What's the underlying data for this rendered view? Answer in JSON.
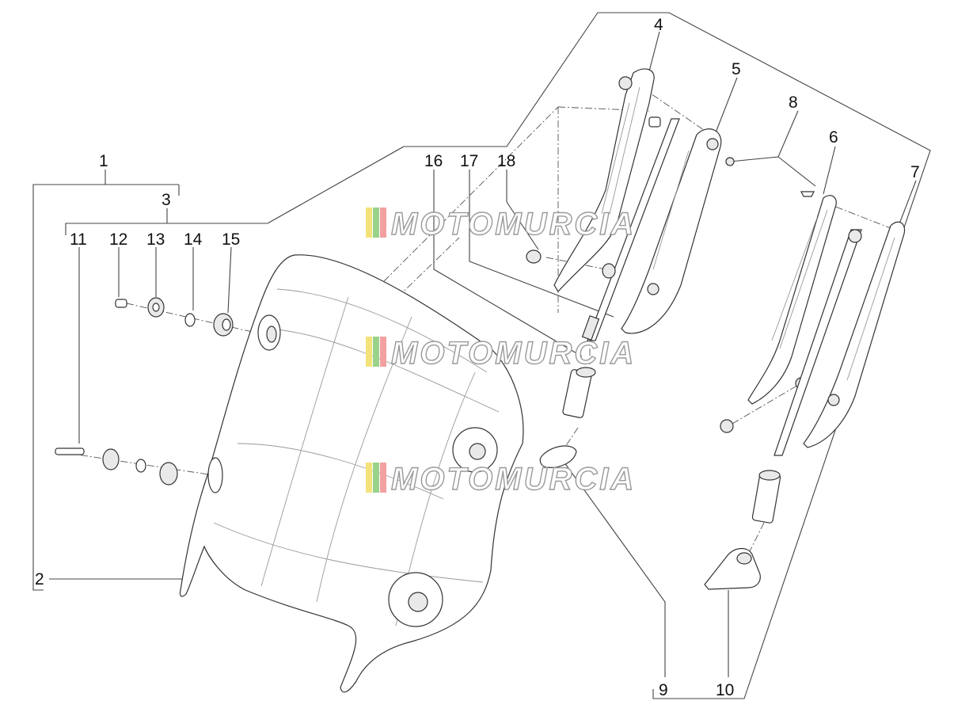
{
  "callouts": [
    {
      "id": "1",
      "text": "1"
    },
    {
      "id": "2",
      "text": "2"
    },
    {
      "id": "3",
      "text": "3"
    },
    {
      "id": "4",
      "text": "4"
    },
    {
      "id": "5",
      "text": "5"
    },
    {
      "id": "6",
      "text": "6"
    },
    {
      "id": "7",
      "text": "7"
    },
    {
      "id": "8",
      "text": "8"
    },
    {
      "id": "9",
      "text": "9"
    },
    {
      "id": "10",
      "text": "10"
    },
    {
      "id": "11",
      "text": "11"
    },
    {
      "id": "12",
      "text": "12"
    },
    {
      "id": "13",
      "text": "13"
    },
    {
      "id": "14",
      "text": "14"
    },
    {
      "id": "15",
      "text": "15"
    },
    {
      "id": "16",
      "text": "16"
    },
    {
      "id": "17",
      "text": "17"
    },
    {
      "id": "18",
      "text": "18"
    }
  ],
  "watermark": {
    "text": "MOTOMURCIA",
    "stripe_colors": [
      "#f3e27a",
      "#9bd28a",
      "#f2a0a0"
    ]
  }
}
